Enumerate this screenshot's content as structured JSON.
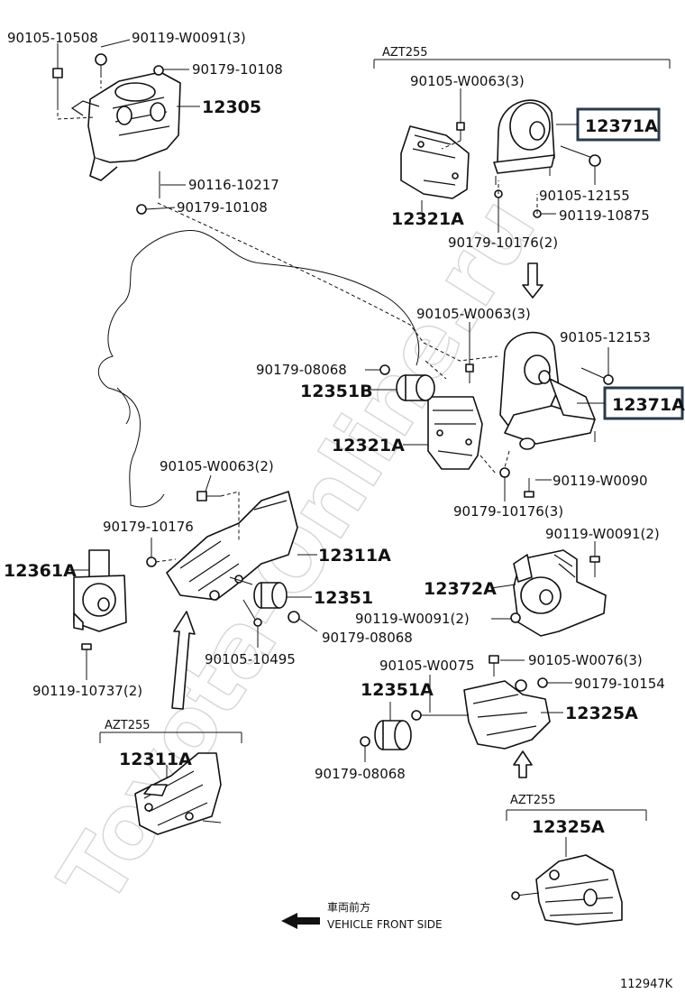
{
  "watermark": "Toyota-Online.ru",
  "diagram_code": "112947K",
  "legend": {
    "japanese": "車両前方",
    "english": "VEHICLE FRONT SIDE"
  },
  "sections": {
    "top_right": "AZT255",
    "bottom_left": "AZT255",
    "bottom_right": "AZT255"
  },
  "labels": {
    "p90105_10508": "90105-10508",
    "p90119_W0091_3": "90119-W0091(3)",
    "p90179_10108_a": "90179-10108",
    "p12305": "12305",
    "p90116_10217": "90116-10217",
    "p90179_10108_b": "90179-10108",
    "p90105_W0063_3_a": "90105-W0063(3)",
    "p12371A_a": "12371A",
    "p12321A_a": "12321A",
    "p90105_12155": "90105-12155",
    "p90119_10875": "90119-10875",
    "p90179_10176_2": "90179-10176(2)",
    "p90105_W0063_3_b": "90105-W0063(3)",
    "p90105_12153": "90105-12153",
    "p90179_08068_a": "90179-08068",
    "p12351B": "12351B",
    "p12371A_b": "12371A",
    "p12321A_b": "12321A",
    "p90119_W0090": "90119-W0090",
    "p90179_10176_3": "90179-10176(3)",
    "p90105_W0063_2": "90105-W0063(2)",
    "p90179_10176": "90179-10176",
    "p12311A_a": "12311A",
    "p12361A": "12361A",
    "p12351": "12351",
    "p90179_08068_b": "90179-08068",
    "p90105_10495": "90105-10495",
    "p90119_10737_2": "90119-10737(2)",
    "p90119_W0091_2_a": "90119-W0091(2)",
    "p12372A": "12372A",
    "p90119_W0091_2_b": "90119-W0091(2)",
    "p90105_W0075": "90105-W0075",
    "p90105_W0076_3": "90105-W0076(3)",
    "p12351A": "12351A",
    "p90179_10154": "90179-10154",
    "p12325A_a": "12325A",
    "p90179_08068_c": "90179-08068",
    "p12311A_b": "12311A",
    "p12325A_b": "12325A"
  }
}
